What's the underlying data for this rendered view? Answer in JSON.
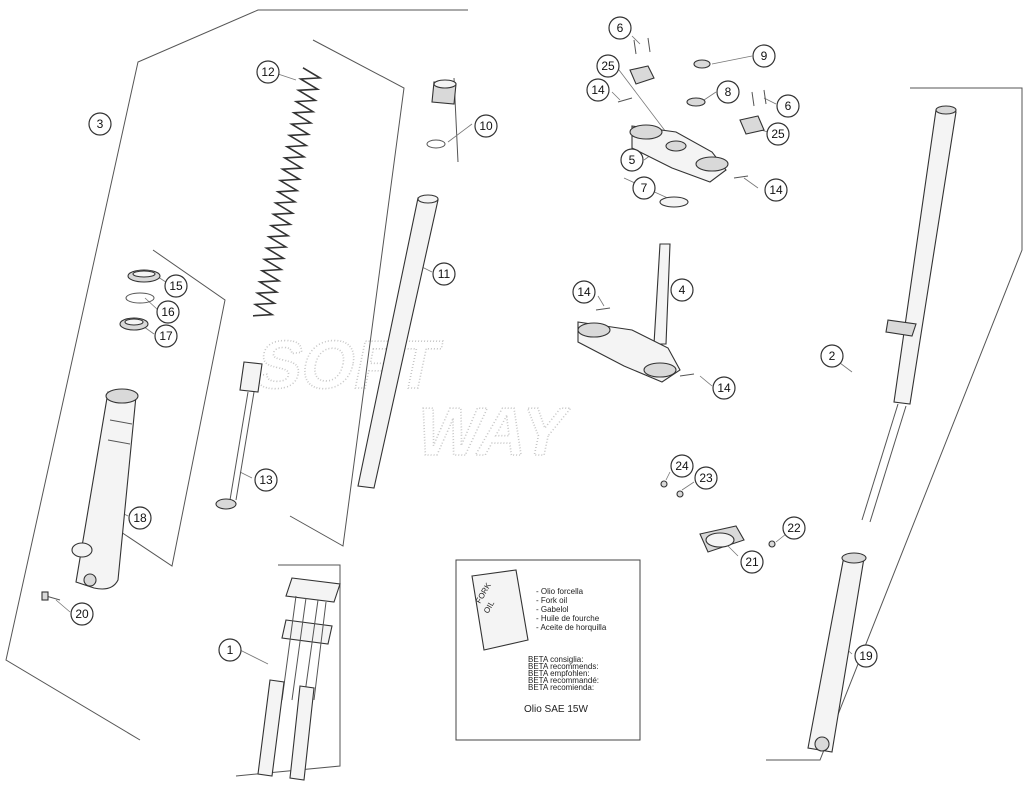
{
  "watermark": {
    "line1": "SOFT",
    "line2": "WAY"
  },
  "oil_note": {
    "can_label_1": "FORK",
    "can_label_2": "OIL",
    "languages": [
      "- Olio forcella",
      "- Fork oil",
      "- Gabelol",
      "- Huile de fourche",
      "- Aceite de horquilla"
    ],
    "recommend": [
      "BETA consiglia:",
      "BETA recommends:",
      "BETA empfohlen:",
      "BETA recommandé:",
      "BETA recomienda:"
    ],
    "spec": "Olio SAE 15W"
  },
  "callouts": [
    "1",
    "2",
    "3",
    "4",
    "5",
    "6",
    "6",
    "7",
    "8",
    "9",
    "10",
    "11",
    "12",
    "13",
    "14",
    "14",
    "14",
    "14",
    "15",
    "16",
    "17",
    "18",
    "19",
    "20",
    "21",
    "22",
    "23",
    "24",
    "25",
    "25"
  ]
}
